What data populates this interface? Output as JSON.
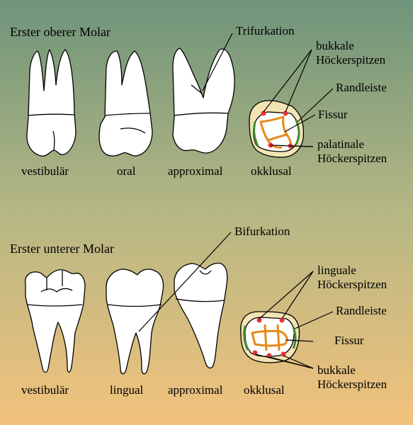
{
  "colors": {
    "bg_top": "#6f947a",
    "bg_mid": "#b5b784",
    "bg_bottom": "#f2c27c",
    "tooth_fill": "#ffffff",
    "outline": "#000000",
    "cusp_marker": "#e8323c",
    "fissure_line": "#e58a1a",
    "ridge_green": "#3f8a35",
    "crown_ring": "#f3e4b4"
  },
  "upper": {
    "title": "Erster oberer Molar",
    "views": [
      "vestibulär",
      "oral",
      "approximal",
      "okklusal"
    ],
    "annotations": {
      "furcation": "Trifurkation",
      "cusps_line1": "bukkale",
      "cusps_line2": "Höckerspitzen",
      "marginal_ridge": "Randleiste",
      "fissure": "Fissur",
      "palatal_line1": "palatinale",
      "palatal_line2": "Höckerspitzen"
    }
  },
  "lower": {
    "title": "Erster unterer Molar",
    "views": [
      "vestibulär",
      "lingual",
      "approximal",
      "okklusal"
    ],
    "annotations": {
      "furcation": "Bifurkation",
      "cusps_line1": "linguale",
      "cusps_line2": "Höckerspitzen",
      "marginal_ridge": "Randleiste",
      "fissure": "Fissur",
      "buccal_line1": "bukkale",
      "buccal_line2": "Höckerspitzen"
    }
  }
}
